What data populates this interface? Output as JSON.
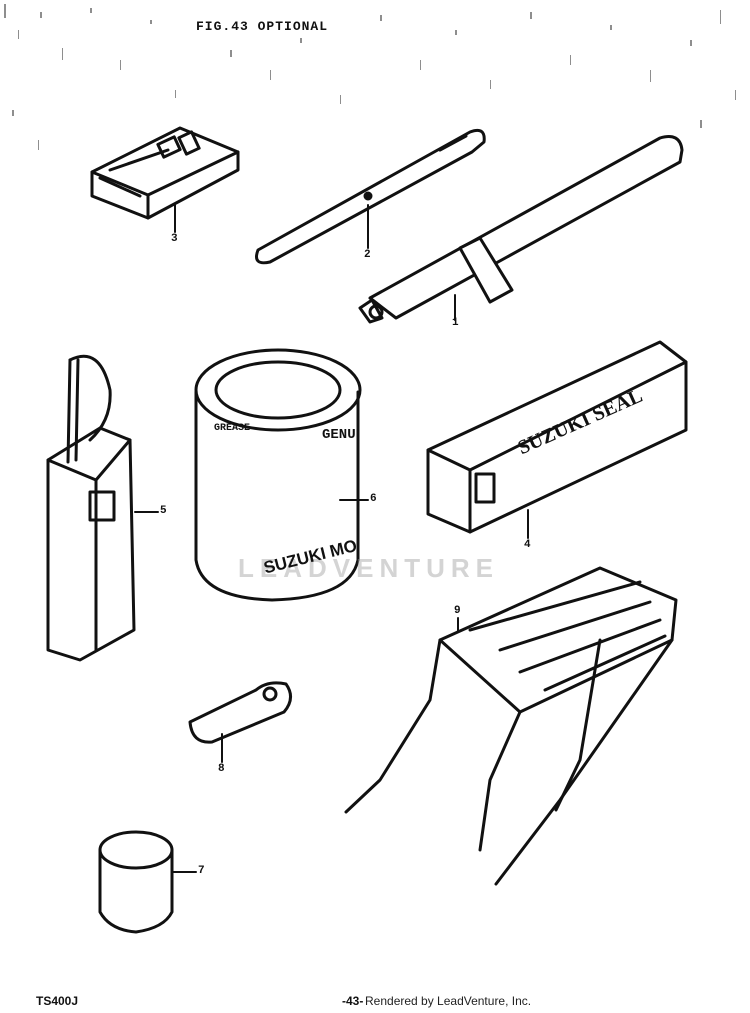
{
  "header": {
    "figure_title": "FIG.43  OPTIONAL"
  },
  "footer": {
    "model_code": "TS400J",
    "page_number": "-43-",
    "credit": "Rendered by LeadVenture, Inc."
  },
  "watermark": {
    "text": "LEADVENTURE"
  },
  "callouts": [
    {
      "id": "1",
      "part": "tire pump"
    },
    {
      "id": "2",
      "part": "tire lever"
    },
    {
      "id": "3",
      "part": "tool pouch"
    },
    {
      "id": "4",
      "part": "seal box"
    },
    {
      "id": "5",
      "part": "oil can"
    },
    {
      "id": "6",
      "part": "grease tin"
    },
    {
      "id": "7",
      "part": "small tin"
    },
    {
      "id": "8",
      "part": "key"
    },
    {
      "id": "9",
      "part": "rear carrier"
    }
  ],
  "product_text": {
    "seal_box_name": "SUZUKI SEAL",
    "grease_tin_brand": "SUZUKI MO",
    "grease_tin_line": "GREASE",
    "grease_tin_side": "GENU"
  },
  "colors": {
    "ink": "#111111",
    "paper": "#ffffff",
    "watermark": "#a0a0a0"
  }
}
